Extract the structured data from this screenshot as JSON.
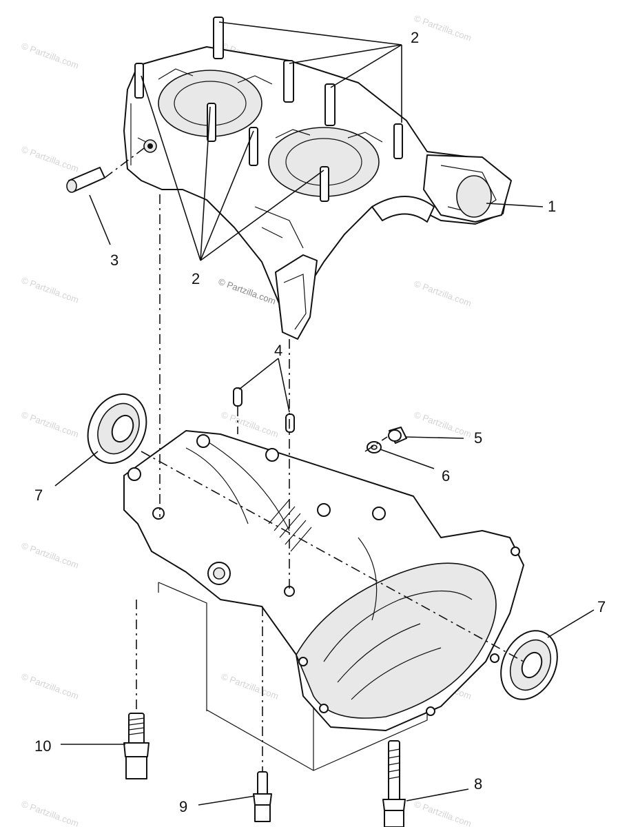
{
  "diagram": {
    "callouts": [
      {
        "id": "c1",
        "label": "1"
      },
      {
        "id": "c2a",
        "label": "2"
      },
      {
        "id": "c2b",
        "label": "2"
      },
      {
        "id": "c3",
        "label": "3"
      },
      {
        "id": "c4",
        "label": "4"
      },
      {
        "id": "c5",
        "label": "5"
      },
      {
        "id": "c6",
        "label": "6"
      },
      {
        "id": "c7a",
        "label": "7"
      },
      {
        "id": "c7b",
        "label": "7"
      },
      {
        "id": "c8",
        "label": "8"
      },
      {
        "id": "c9",
        "label": "9"
      },
      {
        "id": "c10",
        "label": "10"
      }
    ],
    "watermark": "© Partzilla.com",
    "copyright": "© Partzilla.com"
  },
  "colors": {
    "line": "#111111",
    "watermark": "#d4d4d4",
    "background": "#ffffff"
  }
}
